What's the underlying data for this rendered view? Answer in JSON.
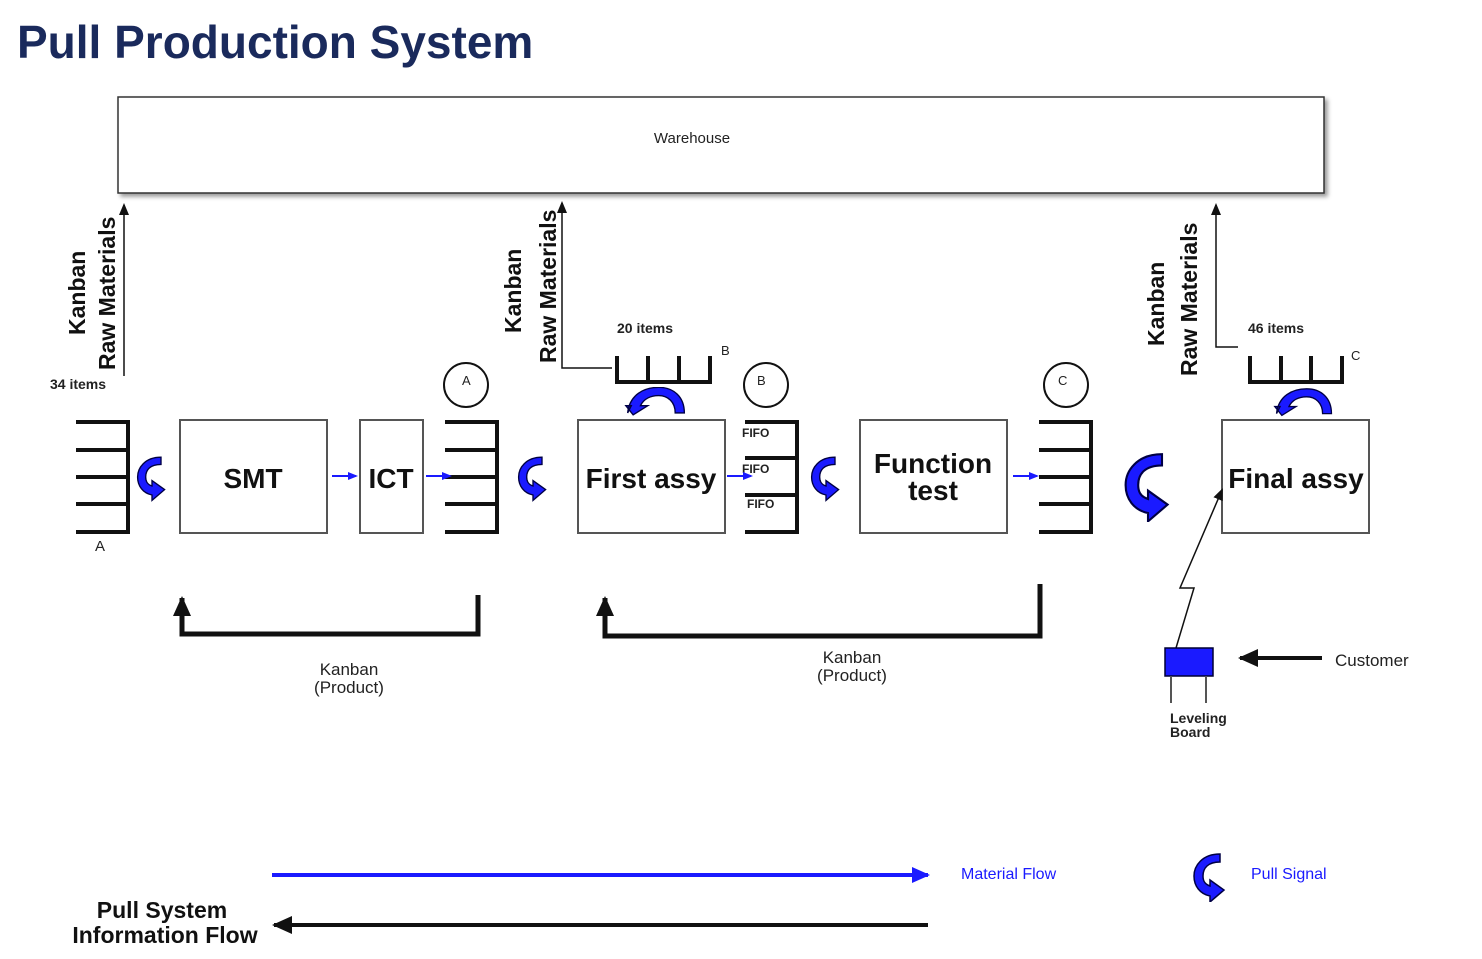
{
  "title": "Pull Production System",
  "warehouse": {
    "label": "Warehouse"
  },
  "processes": {
    "smt": "SMT",
    "ict": "ICT",
    "first_assy": "First assy",
    "function_test_line1": "Function",
    "function_test_line2": "test",
    "final_assy": "Final assy"
  },
  "raw_materials": [
    {
      "line1": "Kanban",
      "line2": "Raw Materials",
      "items": "34 items",
      "point": "A"
    },
    {
      "line1": "Kanban",
      "line2": "Raw Materials",
      "items": "20 items",
      "point": "B"
    },
    {
      "line1": "Kanban",
      "line2": "Raw Materials",
      "items": "46 items",
      "point": "C"
    }
  ],
  "circles": [
    "A",
    "B",
    "C"
  ],
  "fifo": [
    "FIFO",
    "FIFO",
    "FIFO"
  ],
  "kanban_loops": [
    {
      "line1": "Kanban",
      "line2": "(Product)"
    },
    {
      "line1": "Kanban",
      "line2": "(Product)"
    }
  ],
  "customer": "Customer",
  "leveling_board": {
    "line1": "Leveling",
    "line2": "Board"
  },
  "legend": {
    "material_flow": "Material Flow",
    "pull_signal": "Pull Signal",
    "info_flow_line1": "Pull System",
    "info_flow_line2": "Information Flow"
  },
  "colors": {
    "title": "#1a2a5c",
    "material_flow": "#1a1aff",
    "pull_signal": "#1a1aff",
    "information_flow": "#111111",
    "leveling_board": "#1a1aff"
  }
}
